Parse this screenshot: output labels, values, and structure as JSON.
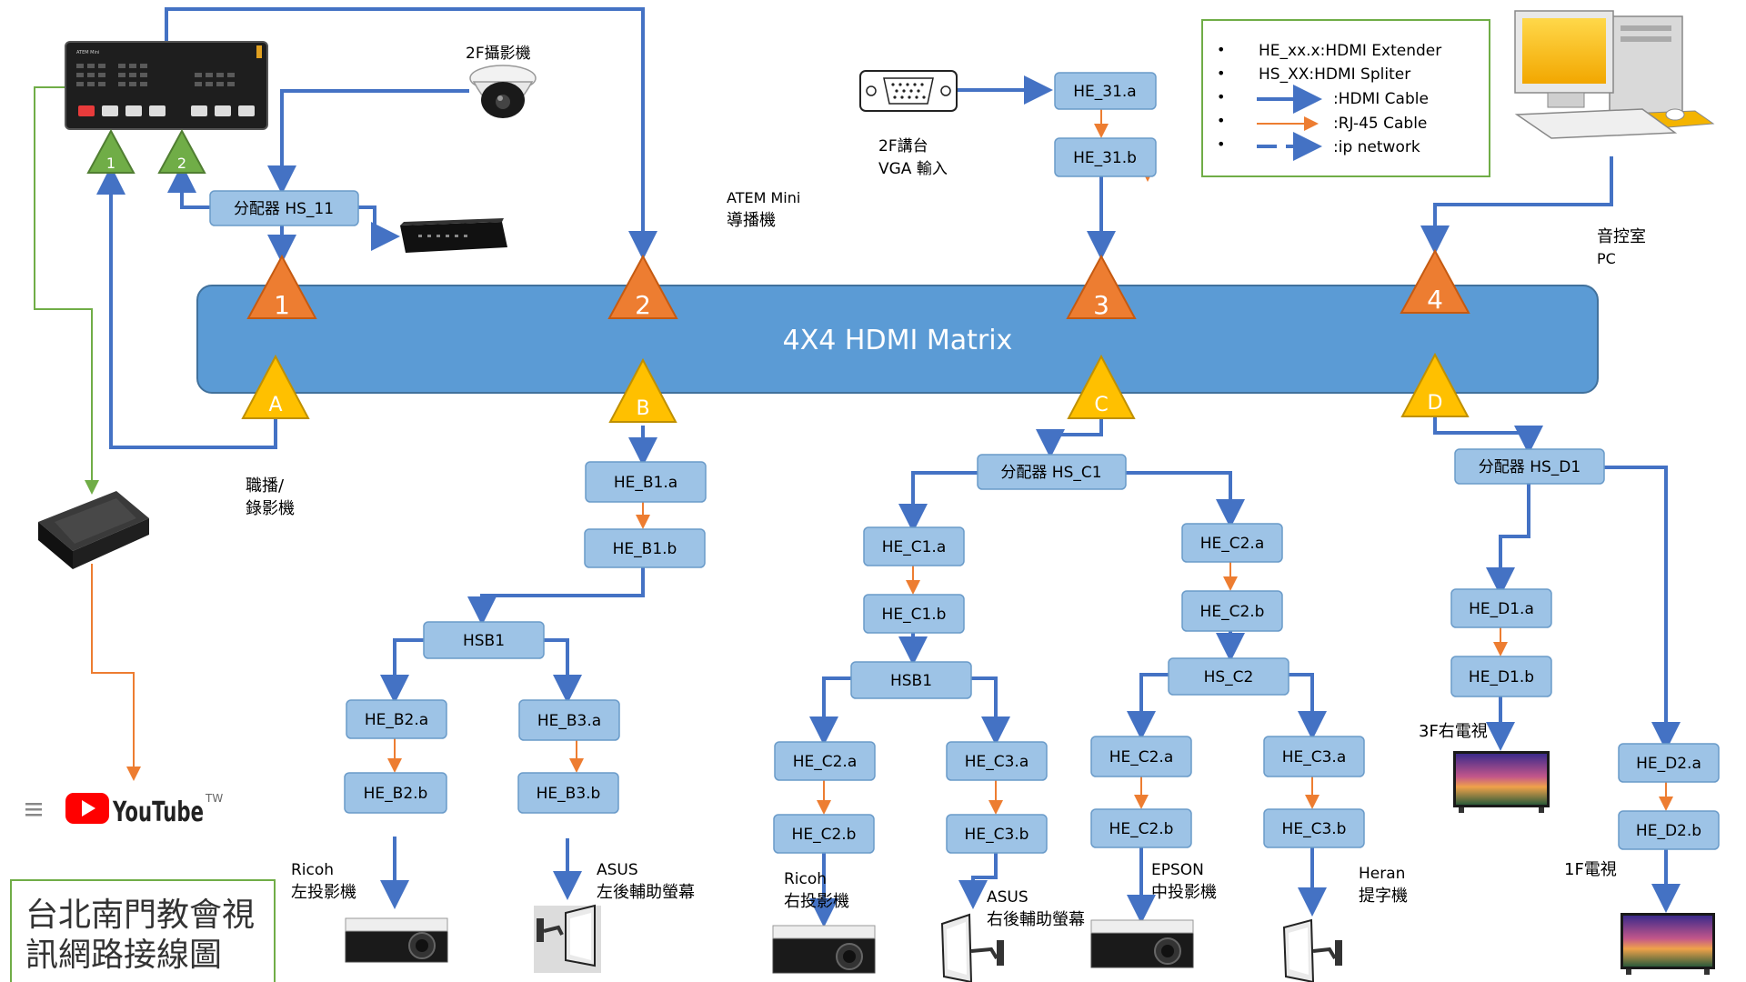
{
  "matrix": {
    "label": "4X4 HDMI Matrix",
    "inputs": [
      "1",
      "2",
      "3",
      "4"
    ],
    "outputs": [
      "A",
      "B",
      "C",
      "D"
    ]
  },
  "atem": {
    "inputs": [
      "1",
      "2"
    ],
    "device_label": "ATEM Mini"
  },
  "labels": {
    "camera_2f": "2F攝影機",
    "atem_director_line1": "ATEM Mini",
    "atem_director_line2": "導播機",
    "vga_line1": "2F講台",
    "vga_line2": "VGA 輸入",
    "control_room_line1": "音控室",
    "control_room_line2": "PC",
    "stream_line1": "職播/",
    "stream_line2": "錄影機"
  },
  "legend": {
    "items": [
      "HE_xx.x:HDMI Extender",
      "HS_XX:HDMI Spliter",
      ":HDMI Cable",
      ":RJ-45 Cable",
      ":ip network"
    ],
    "bullet": "•",
    "colors": {
      "hdmi": "#4472C4",
      "rj45": "#ED7D31",
      "ip": "#4472C4",
      "border": "#70AD47"
    }
  },
  "nodes": {
    "hs_11": "分配器 HS_11",
    "he_31a": "HE_31.a",
    "he_31b": "HE_31.b",
    "he_b1a": "HE_B1.a",
    "he_b1b": "HE_B1.b",
    "hsb1_left": "HSB1",
    "he_b2a": "HE_B2.a",
    "he_b2b": "HE_B2.b",
    "he_b3a": "HE_B3.a",
    "he_b3b": "HE_B3.b",
    "hs_c1": "分配器 HS_C1",
    "he_c1a": "HE_C1.a",
    "he_c1b": "HE_C1.b",
    "hsb1_mid": "HSB1",
    "he_c2a_l": "HE_C2.a",
    "he_c2b_l": "HE_C2.b",
    "he_c3a_l": "HE_C3.a",
    "he_c3b_l": "HE_C3.b",
    "he_c2a_top": "HE_C2.a",
    "he_c2b_top": "HE_C2.b",
    "hs_c2": "HS_C2",
    "he_c2a_r": "HE_C2.a",
    "he_c2b_r": "HE_C2.b",
    "he_c3a_r": "HE_C3.a",
    "he_c3b_r": "HE_C3.b",
    "hs_d1": "分配器 HS_D1",
    "he_d1a": "HE_D1.a",
    "he_d1b": "HE_D1.b",
    "he_d2a": "HE_D2.a",
    "he_d2b": "HE_D2.b"
  },
  "devices": {
    "ricoh_left_1": "Ricoh",
    "ricoh_left_2": "左投影機",
    "asus_left_1": "ASUS",
    "asus_left_2": "左後輔助螢幕",
    "ricoh_right_1": "Ricoh",
    "ricoh_right_2": "右投影機",
    "asus_right_1": "ASUS",
    "asus_right_2": "右後輔助螢幕",
    "epson_1": "EPSON",
    "epson_2": "中投影機",
    "heran_1": "Heran",
    "heran_2": "提字機",
    "tv_3f": "3F右電視",
    "tv_1f": "1F電視"
  },
  "youtube": {
    "wordmark": "YouTube",
    "region": "TW"
  },
  "title": {
    "line1": "台北南門教會視",
    "line2": "訊網路接線圖"
  },
  "colors": {
    "hdmi_blue": "#4472C4",
    "rj45_orange": "#ED7D31",
    "matrix_fill": "#5B9BD5",
    "node_fill": "#9DC3E6",
    "input_tri": "#ED7D31",
    "output_tri": "#FFC000",
    "atem_tri": "#70AD47",
    "title_border": "#70AD47",
    "youtube_red": "#FF0000"
  }
}
